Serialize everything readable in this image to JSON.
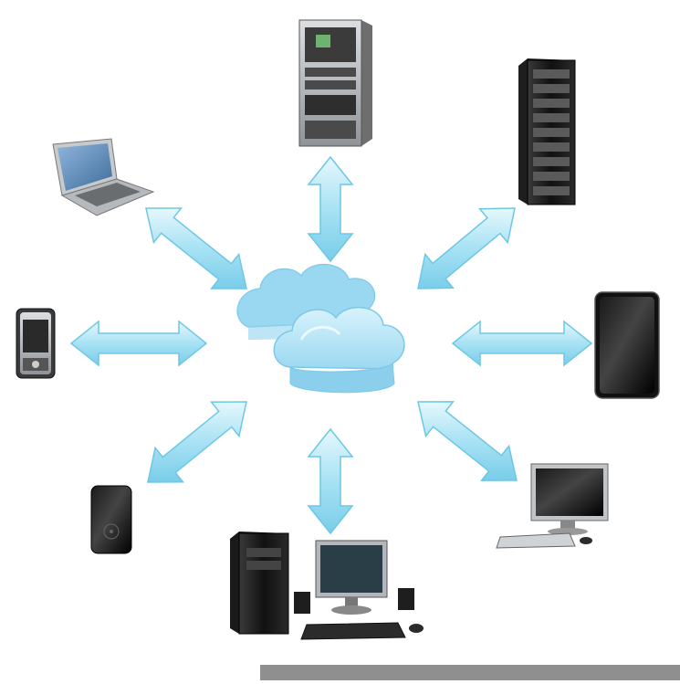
{
  "diagram": {
    "hub": {
      "kind": "cloud",
      "icon": "cloud-icon"
    },
    "nodes": [
      {
        "id": "server-tower",
        "icon": "server-tower-icon"
      },
      {
        "id": "server-rack",
        "icon": "server-rack-icon"
      },
      {
        "id": "tablet",
        "icon": "tablet-icon"
      },
      {
        "id": "monitor-keyboard",
        "icon": "monitor-keyboard-icon"
      },
      {
        "id": "desktop-pc",
        "icon": "desktop-pc-icon"
      },
      {
        "id": "media-player",
        "icon": "media-player-icon"
      },
      {
        "id": "mobile-phone",
        "icon": "mobile-phone-icon"
      },
      {
        "id": "laptop",
        "icon": "laptop-icon"
      }
    ],
    "connections": [
      {
        "from": "cloud",
        "to": "server-tower",
        "style": "double-arrow"
      },
      {
        "from": "cloud",
        "to": "server-rack",
        "style": "double-arrow"
      },
      {
        "from": "cloud",
        "to": "tablet",
        "style": "double-arrow"
      },
      {
        "from": "cloud",
        "to": "monitor-keyboard",
        "style": "double-arrow"
      },
      {
        "from": "cloud",
        "to": "desktop-pc",
        "style": "double-arrow"
      },
      {
        "from": "cloud",
        "to": "media-player",
        "style": "double-arrow"
      },
      {
        "from": "cloud",
        "to": "mobile-phone",
        "style": "double-arrow"
      },
      {
        "from": "cloud",
        "to": "laptop",
        "style": "double-arrow"
      }
    ],
    "colors": {
      "arrow_fill": "#a8e2f4",
      "arrow_stroke": "#6cc7e6",
      "cloud_fill": "#b9e7f7",
      "cloud_side": "#8fd2ee",
      "device_dark": "#1c1c1c",
      "device_silver": "#b9bcc0",
      "screen_blue": "#5e8fbf"
    }
  }
}
